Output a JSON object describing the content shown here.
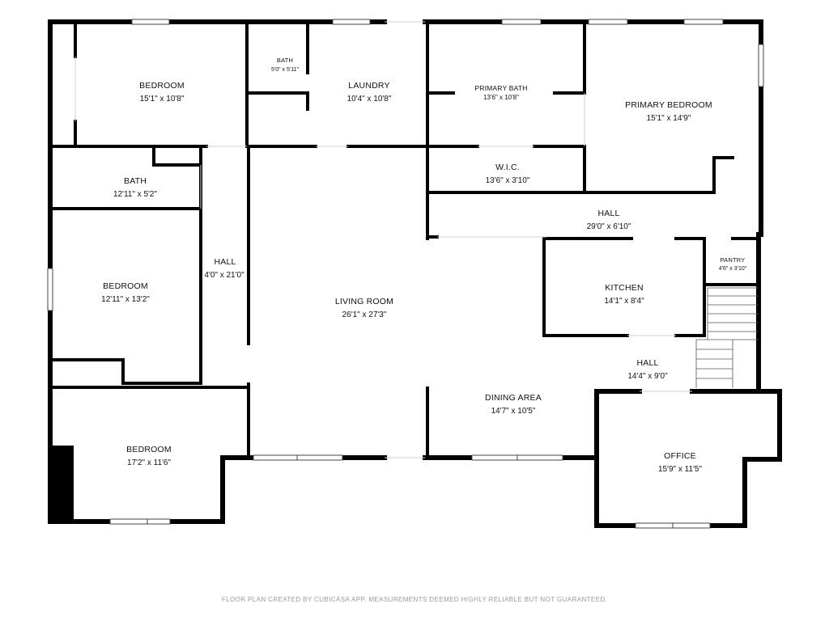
{
  "rooms": {
    "bedroom_nw": {
      "name": "BEDROOM",
      "dims": "15'1\" x 10'8\""
    },
    "bath_small": {
      "name": "BATH",
      "dims": "5'0\" x 5'11\""
    },
    "laundry": {
      "name": "LAUNDRY",
      "dims": "10'4\" x 10'8\""
    },
    "primary_bath": {
      "name": "PRIMARY BATH",
      "dims": "13'6\" x 10'8\""
    },
    "primary_bedroom": {
      "name": "PRIMARY BEDROOM",
      "dims": "15'1\" x 14'9\""
    },
    "bath_west": {
      "name": "BATH",
      "dims": "12'11\" x 5'2\""
    },
    "wic": {
      "name": "W.I.C.",
      "dims": "13'6\" x 3'10\""
    },
    "hall_east": {
      "name": "HALL",
      "dims": "29'0\" x 6'10\""
    },
    "hall_west": {
      "name": "HALL",
      "dims": "4'0\" x 21'0\""
    },
    "pantry": {
      "name": "PANTRY",
      "dims": "4'6\" x 3'10\""
    },
    "bedroom_w": {
      "name": "BEDROOM",
      "dims": "12'11\" x 13'2\""
    },
    "living_room": {
      "name": "LIVING ROOM",
      "dims": "26'1\" x 27'3\""
    },
    "kitchen": {
      "name": "KITCHEN",
      "dims": "14'1\" x 8'4\""
    },
    "hall_south": {
      "name": "HALL",
      "dims": "14'4\" x 9'0\""
    },
    "dining_area": {
      "name": "DINING AREA",
      "dims": "14'7\" x 10'5\""
    },
    "bedroom_sw": {
      "name": "BEDROOM",
      "dims": "17'2\" x 11'6\""
    },
    "office": {
      "name": "OFFICE",
      "dims": "15'9\" x 11'5\""
    }
  },
  "footer": "FLOOR PLAN CREATED BY CUBICASA APP. MEASUREMENTS DEEMED HIGHLY RELIABLE BUT NOT GUARANTEED."
}
